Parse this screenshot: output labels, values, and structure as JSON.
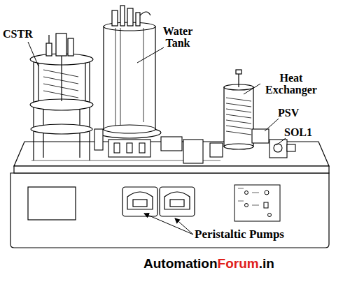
{
  "diagram": {
    "labels": [
      "CSTR",
      "Water Tank",
      "Heat Exchanger",
      "PSV",
      "SOL1",
      "Peristaltic Pumps",
      "Automation",
      "Forum",
      ".in"
    ]
  }
}
